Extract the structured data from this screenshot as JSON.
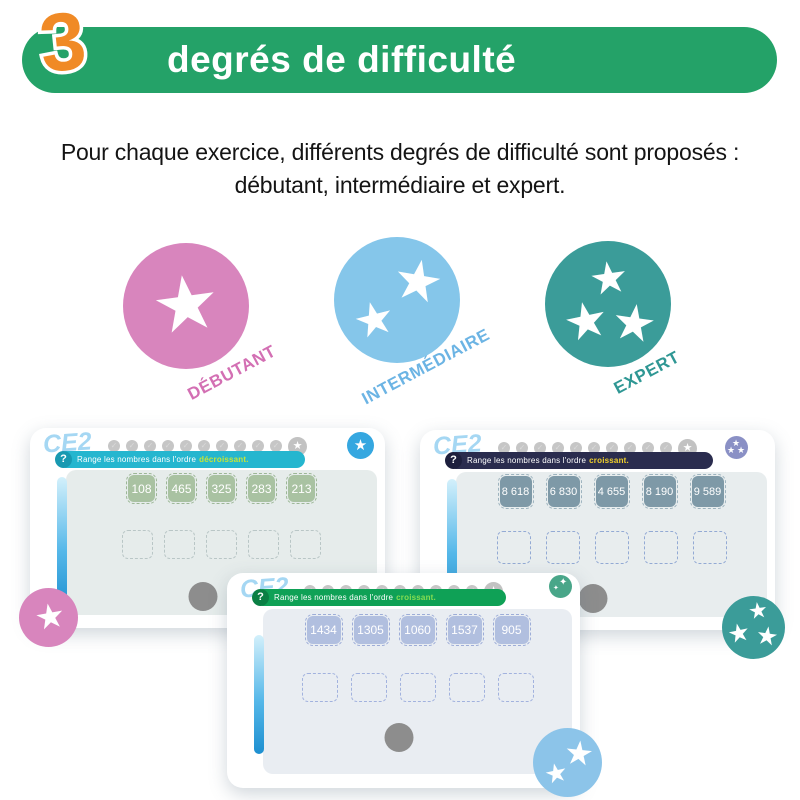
{
  "glyphs": {
    "star": "★",
    "sparkle": "✦",
    "check": "✓",
    "question": "?"
  },
  "header": {
    "number": "3",
    "title": "degrés de difficulté",
    "bg_color": "#24a268",
    "number_color": "#f08a26"
  },
  "intro": {
    "line1": "Pour chaque exercice, différents degrés de difficulté sont proposés :",
    "line2": "débutant, intermédiaire et expert."
  },
  "levels": [
    {
      "label": "DÉBUTANT",
      "stars": 1,
      "color": "#d885bd"
    },
    {
      "label": "INTERMÉDIAIRE",
      "stars": 2,
      "color": "#85c6ea"
    },
    {
      "label": "EXPERT",
      "stars": 3,
      "color": "#3b9c99"
    }
  ],
  "progress": {
    "dots_count": 10
  },
  "screens": [
    {
      "grade": "CE2",
      "instruction": "Range les nombres dans l'ordre",
      "highlight": "décroissant.",
      "banner_color": "#25b6cf",
      "highlight_color": "#c6e438",
      "tile_color": "#a9c2a2",
      "tiles": [
        "108",
        "465",
        "325",
        "283",
        "213"
      ]
    },
    {
      "grade": "CE2",
      "instruction": "Range les nombres dans l'ordre",
      "highlight": "croissant.",
      "banner_color": "#2a2c4e",
      "highlight_color": "#f2d12b",
      "tile_color": "#7e99a7",
      "tiles": [
        "8 618",
        "6 830",
        "4 655",
        "8 190",
        "9 589"
      ]
    },
    {
      "grade": "CE2",
      "instruction": "Range les nombres dans l'ordre",
      "highlight": "croissant.",
      "banner_color": "#0fa156",
      "highlight_color": "#86dd52",
      "tile_color": "#b1bfdf",
      "tiles": [
        "1434",
        "1305",
        "1060",
        "1537",
        "905"
      ]
    }
  ]
}
